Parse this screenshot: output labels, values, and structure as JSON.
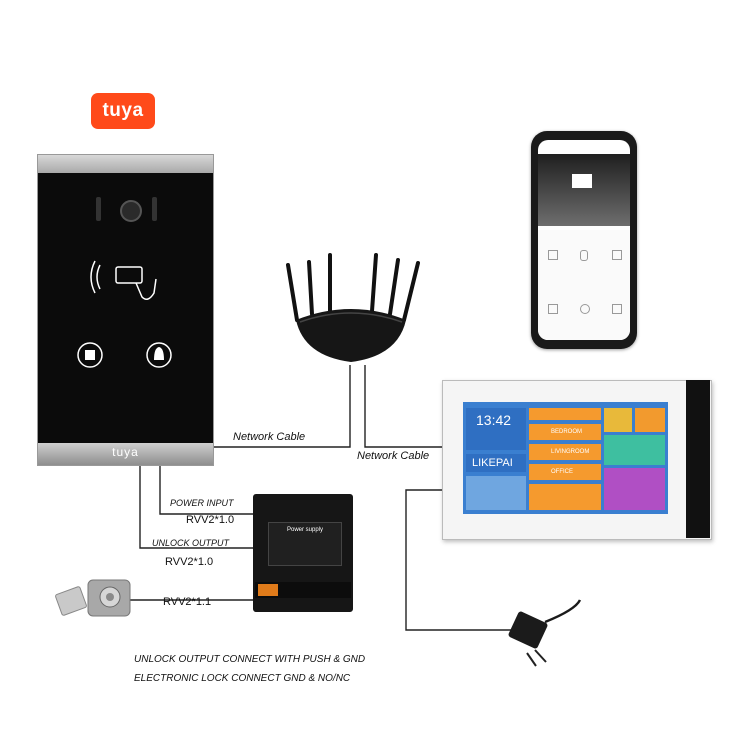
{
  "logo": {
    "text": "tuya",
    "color": "#ff4a1a"
  },
  "doorbell": {
    "brand": "tuya"
  },
  "connections": {
    "network_cable_1": "Network Cable",
    "network_cable_2": "Network Cable",
    "power_input": "POWER INPUT",
    "power_input_cable": "RVV2*1.0",
    "unlock_output": "UNLOCK OUTPUT",
    "unlock_output_cable": "RVV2*1.0",
    "lock_cable": "RVV2*1.1"
  },
  "power_supply": {
    "title": "Power supply"
  },
  "monitor": {
    "time": "13:42",
    "brand": "LIKEPAI",
    "rooms": [
      "BEDROOM",
      "LIVINGROOM",
      "OFFICE"
    ]
  },
  "notes": {
    "line1": "UNLOCK OUTPUT CONNECT WITH PUSH & GND",
    "line2": "ELECTRONIC LOCK CONNECT GND & NO/NC"
  },
  "icons": [
    "tuya-logo",
    "doorbell-panel",
    "router",
    "smartphone",
    "indoor-monitor",
    "power-supply",
    "electronic-lock",
    "power-adapter"
  ]
}
